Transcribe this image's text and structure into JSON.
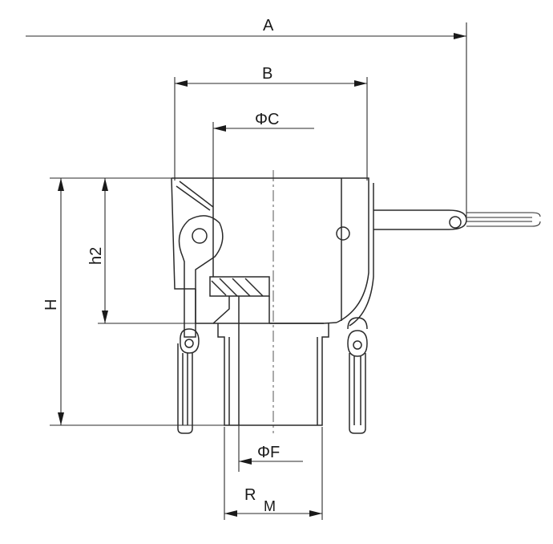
{
  "diagram": {
    "labels": {
      "A": "A",
      "B": "B",
      "C": "ΦC",
      "H": "H",
      "h2": "h2",
      "F": "ΦF",
      "R": "R",
      "M": "M"
    },
    "colors": {
      "line": "#2a2a2a",
      "background": "#ffffff"
    }
  }
}
